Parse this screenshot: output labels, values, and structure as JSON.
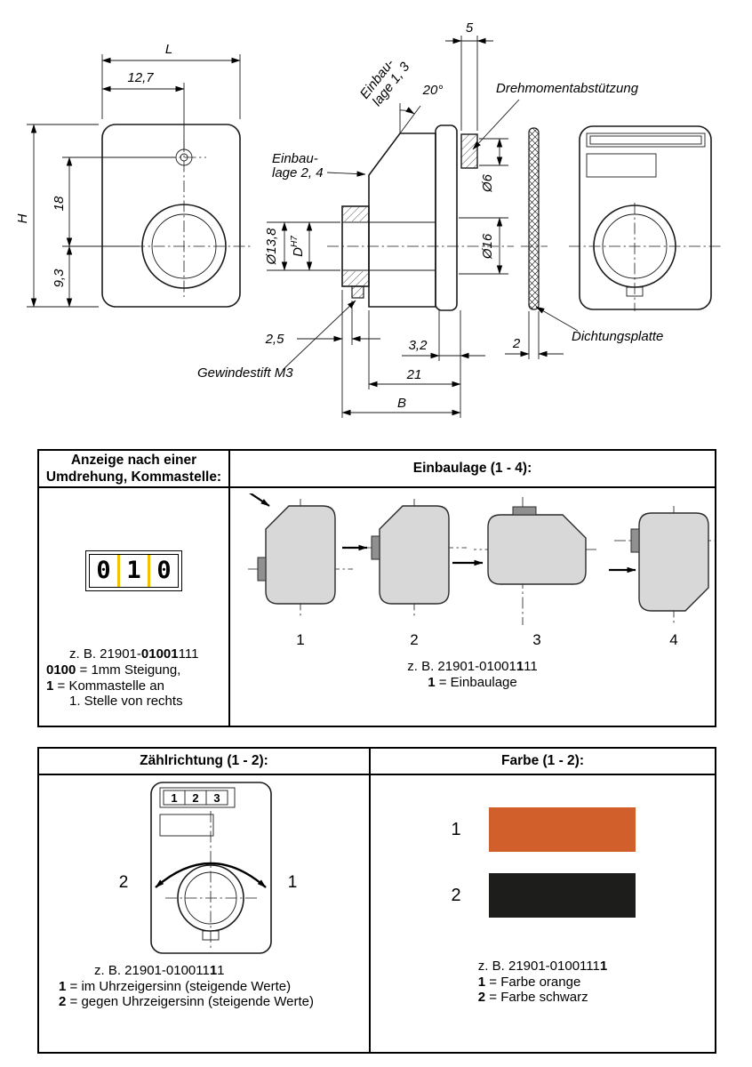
{
  "drawing": {
    "labels": {
      "L": "L",
      "w127": "12,7",
      "H": "H",
      "h18": "18",
      "h93": "9,3",
      "dia138": "Ø13,8",
      "D": "D",
      "H7": "H7",
      "n25": "2,5",
      "gewindestift": "Gewindestift M3",
      "n32": "3,2",
      "n21": "21",
      "B": "B",
      "deg20": "20°",
      "n5": "5",
      "einbau13_l1": "Einbau-",
      "einbau13_l2": "lage 1, 3",
      "einbau24_l1": "Einbau-",
      "einbau24_l2": "lage 2, 4",
      "drehmoment": "Drehmomentabstützung",
      "dia6": "Ø6",
      "dia16": "Ø16",
      "n2": "2",
      "dichtungsplatte": "Dichtungsplatte"
    }
  },
  "table1": {
    "col1_header": [
      "Anzeige nach einer",
      "Umdrehung, Kommastelle:"
    ],
    "col2_header": "Einbaulage (1 - 4):",
    "counter_digits": [
      "0",
      "1",
      "0"
    ],
    "decimal_marker_color": "#f2c100",
    "positions": [
      "1",
      "2",
      "3",
      "4"
    ],
    "col1_code": {
      "pre": "z. B. 21901-",
      "bold": "01001",
      "post": "111"
    },
    "col1_legend": [
      {
        "key": "0100",
        "rest": " = 1mm Steigung,"
      },
      {
        "key": "1",
        "rest": " = Kommastelle an"
      },
      {
        "key": "",
        "rest": "1. Stelle von rechts"
      }
    ],
    "col2_code": {
      "pre": "z. B. 21901-01001",
      "bold": "1",
      "post": "11"
    },
    "col2_legend": [
      {
        "key": "1",
        "rest": " = Einbaulage"
      }
    ]
  },
  "table2": {
    "col1_header": "Zählrichtung (1 - 2):",
    "col2_header": "Farbe (1 - 2):",
    "display_digits": [
      "1",
      "2",
      "3"
    ],
    "direction_labels": {
      "ccw": "2",
      "cw": "1"
    },
    "col1_code": {
      "pre": "z. B. 21901-010011",
      "bold": "1",
      "post": "1"
    },
    "col1_legend": [
      {
        "key": "1",
        "rest": " = im Uhrzeigersinn (steigende Werte)"
      },
      {
        "key": "2",
        "rest": " = gegen Uhrzeigersinn (steigende Werte)"
      }
    ],
    "swatches": [
      {
        "label": "1",
        "color": "#d05f2b"
      },
      {
        "label": "2",
        "color": "#1d1d1b"
      }
    ],
    "col2_code": {
      "pre": "z. B. 21901-0100111",
      "bold": "1",
      "post": ""
    },
    "col2_legend": [
      {
        "key": "1",
        "rest": " = Farbe orange"
      },
      {
        "key": "2",
        "rest": " = Farbe schwarz"
      }
    ]
  }
}
